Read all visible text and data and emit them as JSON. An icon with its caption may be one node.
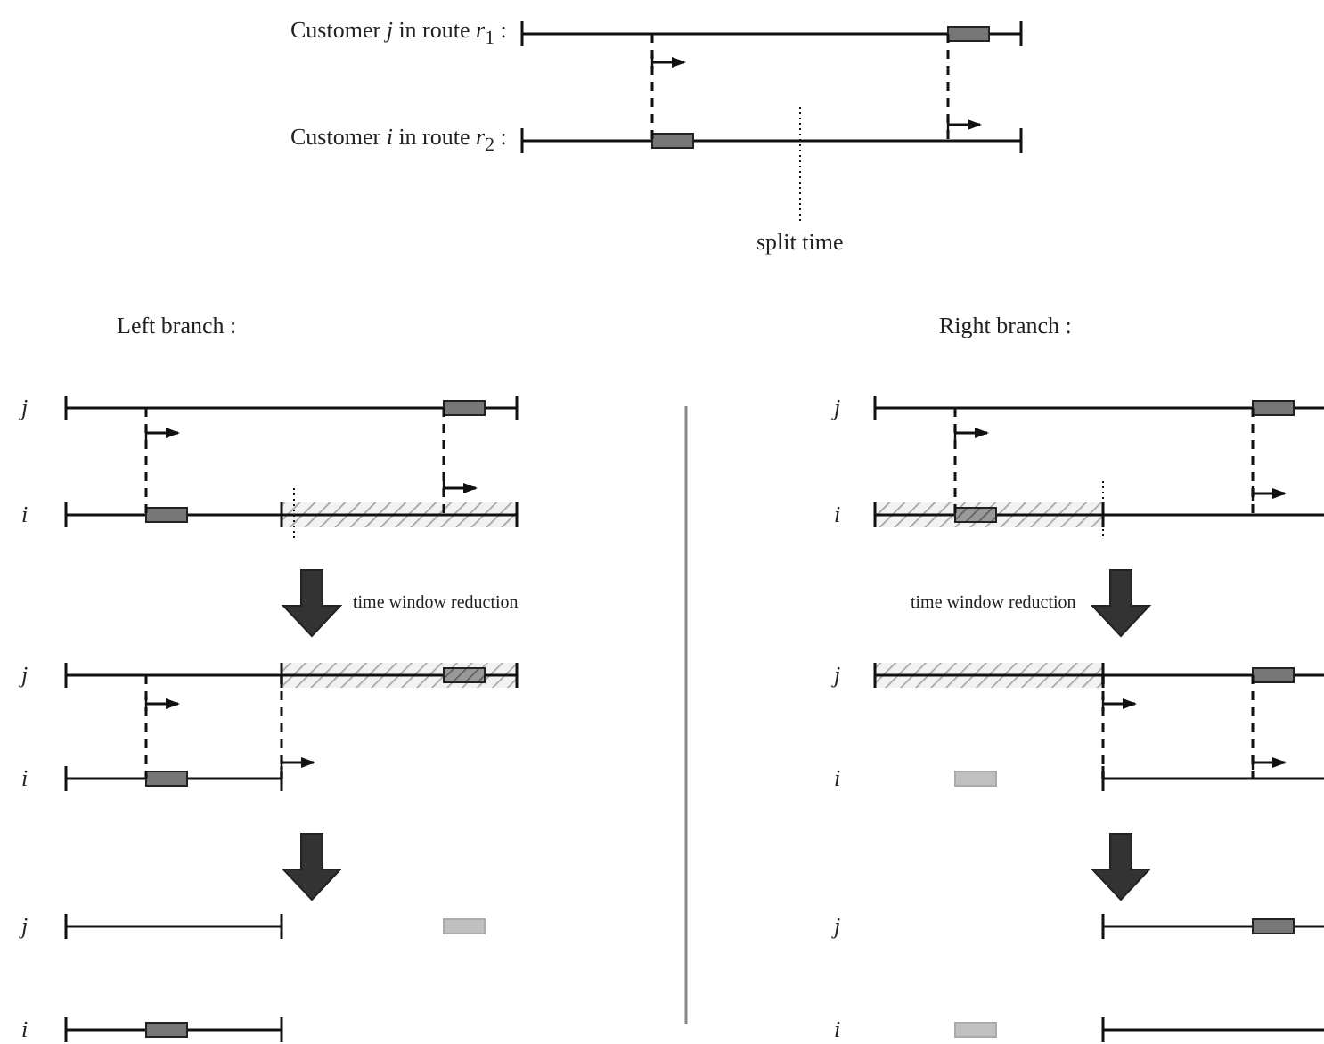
{
  "diagram": {
    "labels": [
      "Customer *j* in route *r*$_{1}$ :",
      "Customer *i* in route *r*$_{2}$ :",
      "split time",
      "Left branch :",
      "Right branch :",
      "*j*",
      "*j*",
      "*i*",
      "*i*",
      "time window reduction",
      "time window reduction",
      "*j*",
      "*j*",
      "*i*",
      "*i*",
      "*j*",
      "*j*",
      "*i*",
      "*i*"
    ]
  }
}
